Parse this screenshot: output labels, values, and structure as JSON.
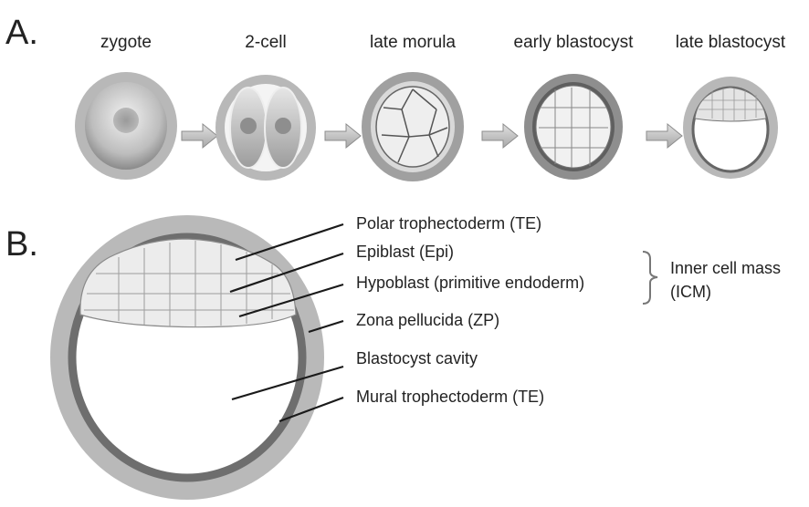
{
  "panel_a": {
    "letter": "A.",
    "stages": [
      "zygote",
      "2-cell",
      "late morula",
      "early blastocyst",
      "late blastocyst"
    ]
  },
  "panel_b": {
    "letter": "B.",
    "labels": [
      "Polar trophectoderm (TE)",
      "Epiblast (Epi)",
      "Hypoblast (primitive endoderm)",
      "Zona pellucida (ZP)",
      "Blastocyst cavity",
      "Mural trophectoderm (TE)"
    ],
    "group_label_line1": "Inner cell mass",
    "group_label_line2": "(ICM)"
  }
}
